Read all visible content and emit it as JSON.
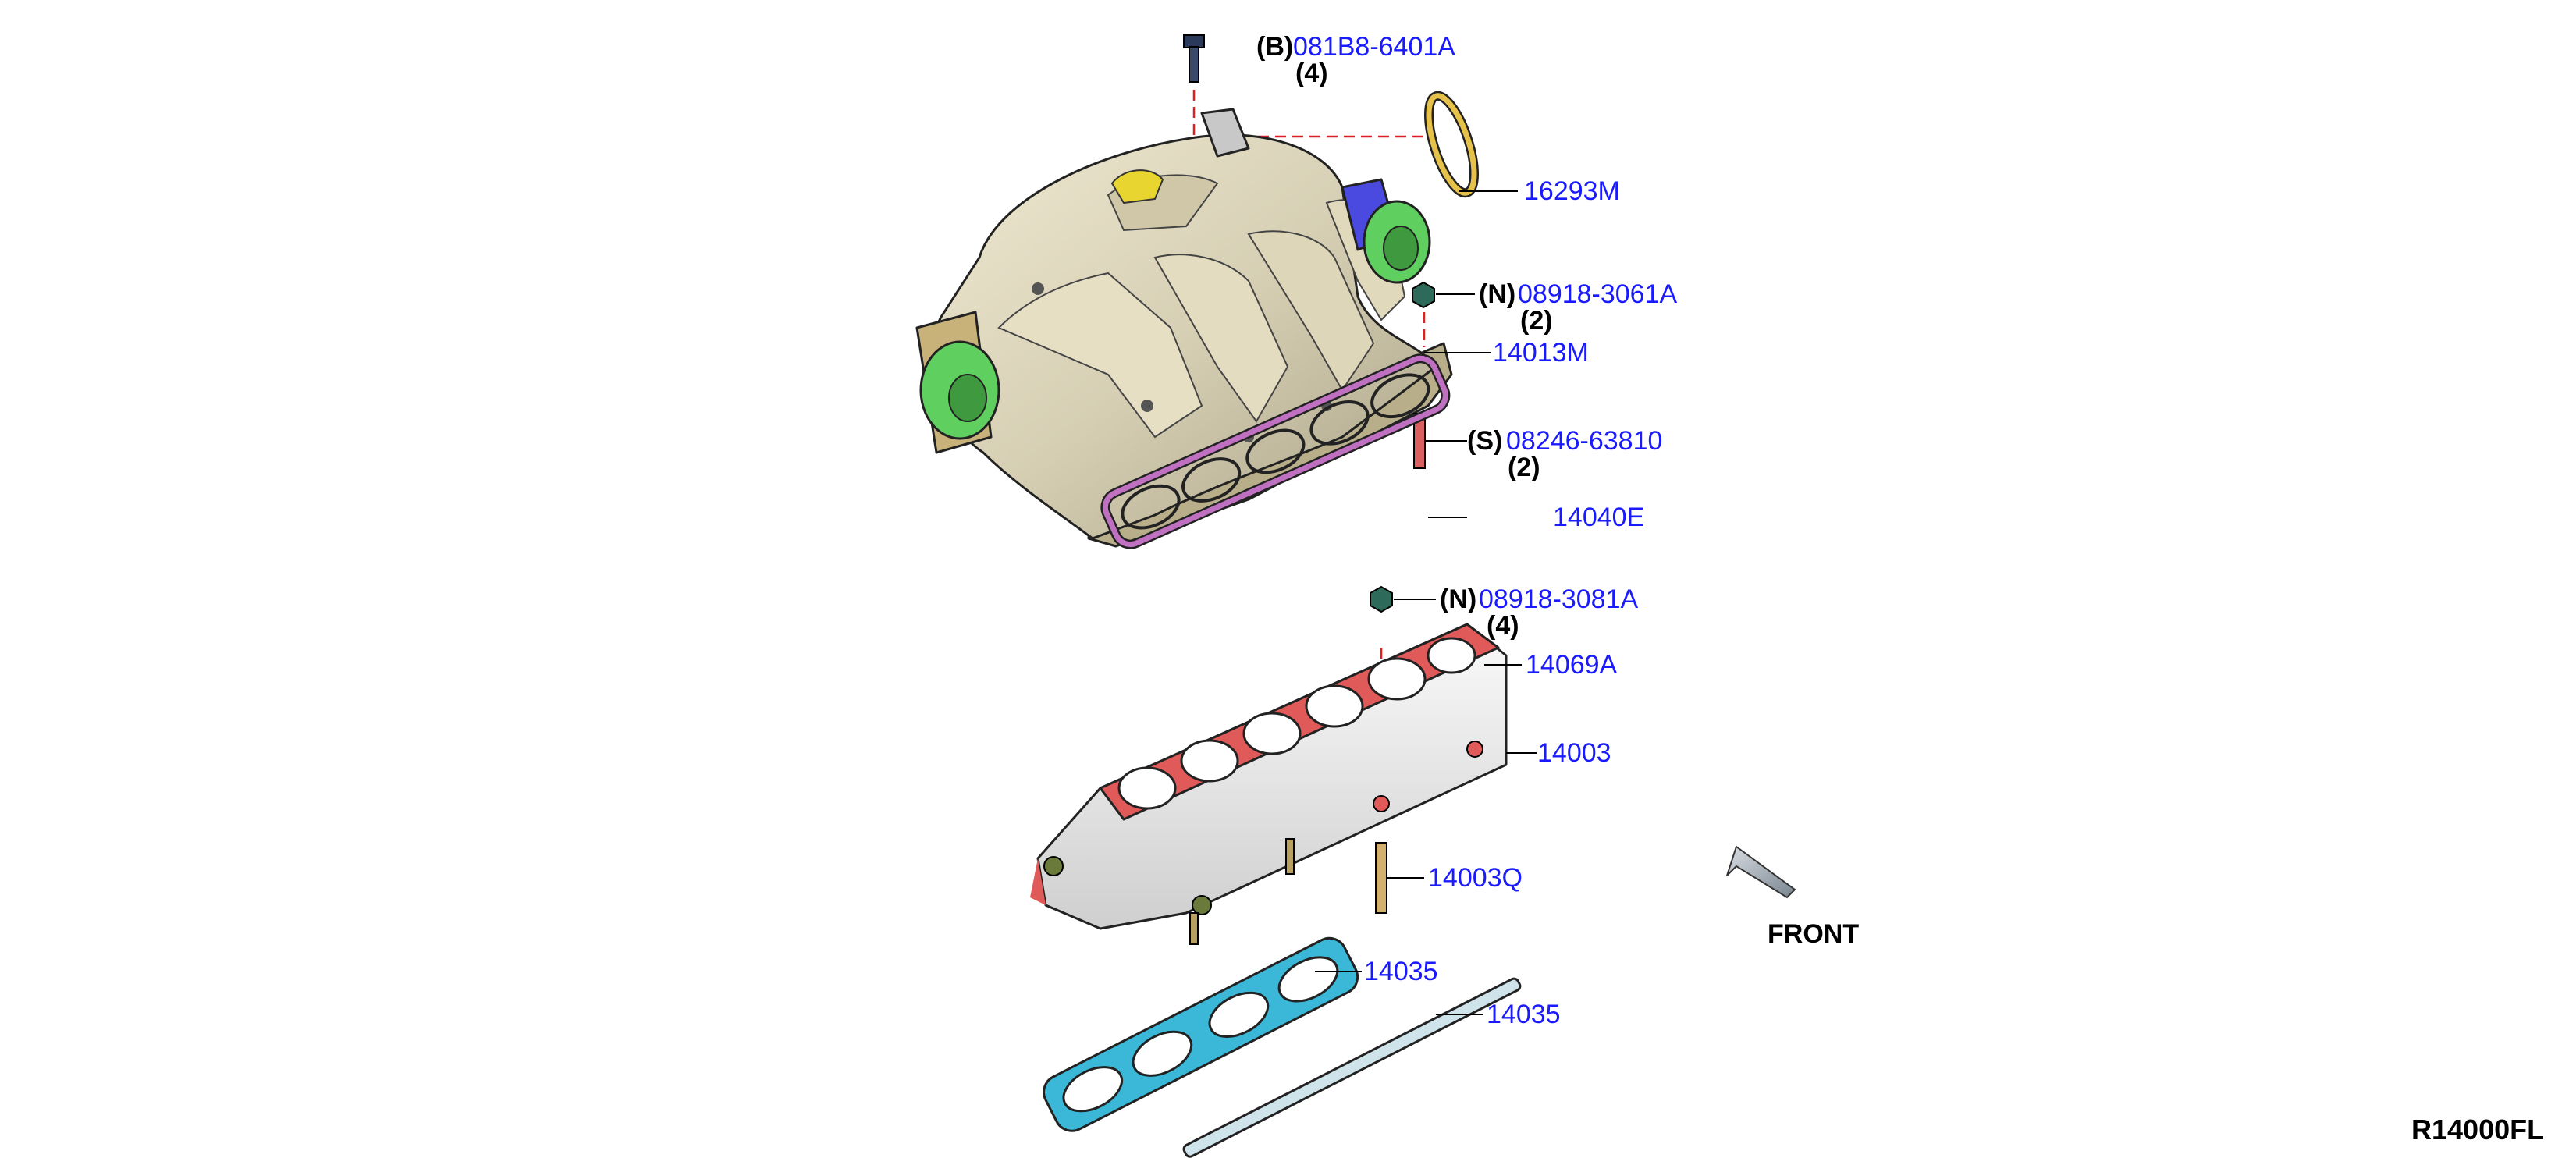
{
  "callouts": {
    "bolt_b": {
      "code": "(B)",
      "part": "081B8-6401A",
      "qty": "(4)"
    },
    "seal": {
      "part": "16293M"
    },
    "nut_n1": {
      "code": "(N)",
      "part": "08918-3061A",
      "qty": "(2)"
    },
    "collector_gasket": {
      "part": "14013M"
    },
    "stud_s": {
      "code": "(S)",
      "part": "08246-63810",
      "qty": "(2)"
    },
    "plenum_gasket": {
      "part": "14040E"
    },
    "nut_n2": {
      "code": "(N)",
      "part": "08918-3081A",
      "qty": "(4)"
    },
    "bolt": {
      "part": "14069A"
    },
    "manifold": {
      "part": "14003"
    },
    "stud": {
      "part": "14003Q"
    },
    "gasket_a": {
      "part": "14035"
    },
    "gasket_b": {
      "part": "14035"
    }
  },
  "front_label": "FRONT",
  "diagram_ref": "R14000FL",
  "colors": {
    "part_number": "#1a1aff",
    "collector": "#d9d2b8",
    "throttle": "#5fd05f",
    "adapter": "#4a4ae0",
    "manifold_body": "#ececec",
    "manifold_flange": "#e05a5a",
    "purple_gasket": "#c070c0",
    "blue_gasket": "#3bb8d8",
    "leader_dash": "#e02020"
  }
}
